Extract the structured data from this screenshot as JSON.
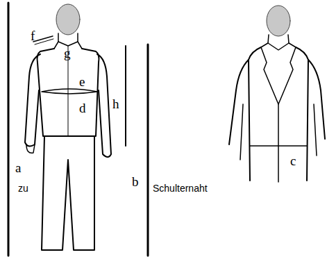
{
  "diagram": {
    "labels": [
      "f",
      "g",
      "e",
      "d",
      "h",
      "c",
      "a",
      "b",
      "zu",
      "Schulternaht"
    ]
  }
}
